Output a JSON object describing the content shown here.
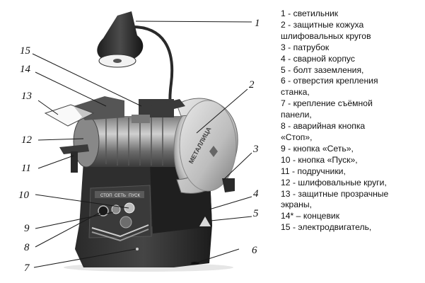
{
  "diagram": {
    "brand_on_guard": "МЕТАЛЛИЦА",
    "panel_labels": [
      "СТОП",
      "СЕТЬ",
      "ПУСК"
    ],
    "callouts": [
      "1",
      "2",
      "3",
      "4",
      "5",
      "6",
      "7",
      "8",
      "9",
      "10",
      "11",
      "12",
      "13",
      "14",
      "15"
    ]
  },
  "legend": [
    "1 - светильник",
    "2 - защитные кожуха",
    "шлифовальных кругов",
    "3 - патрубок",
    "4 - сварной корпус",
    "5 - болт заземления,",
    "6 - отверстия крепления",
    "станка,",
    "7 - крепление съёмной",
    "панели,",
    "8 - аварийная кнопка",
    "«Стоп»,",
    "9 - кнопка «Сеть»,",
    "10 - кнопка «Пуск»,",
    "11 - подручники,",
    "12 - шлифовальные круги,",
    "13 - защитные прозрачные",
    "экраны,",
    "14* – концевик",
    "15 - электродвигатель,"
  ]
}
